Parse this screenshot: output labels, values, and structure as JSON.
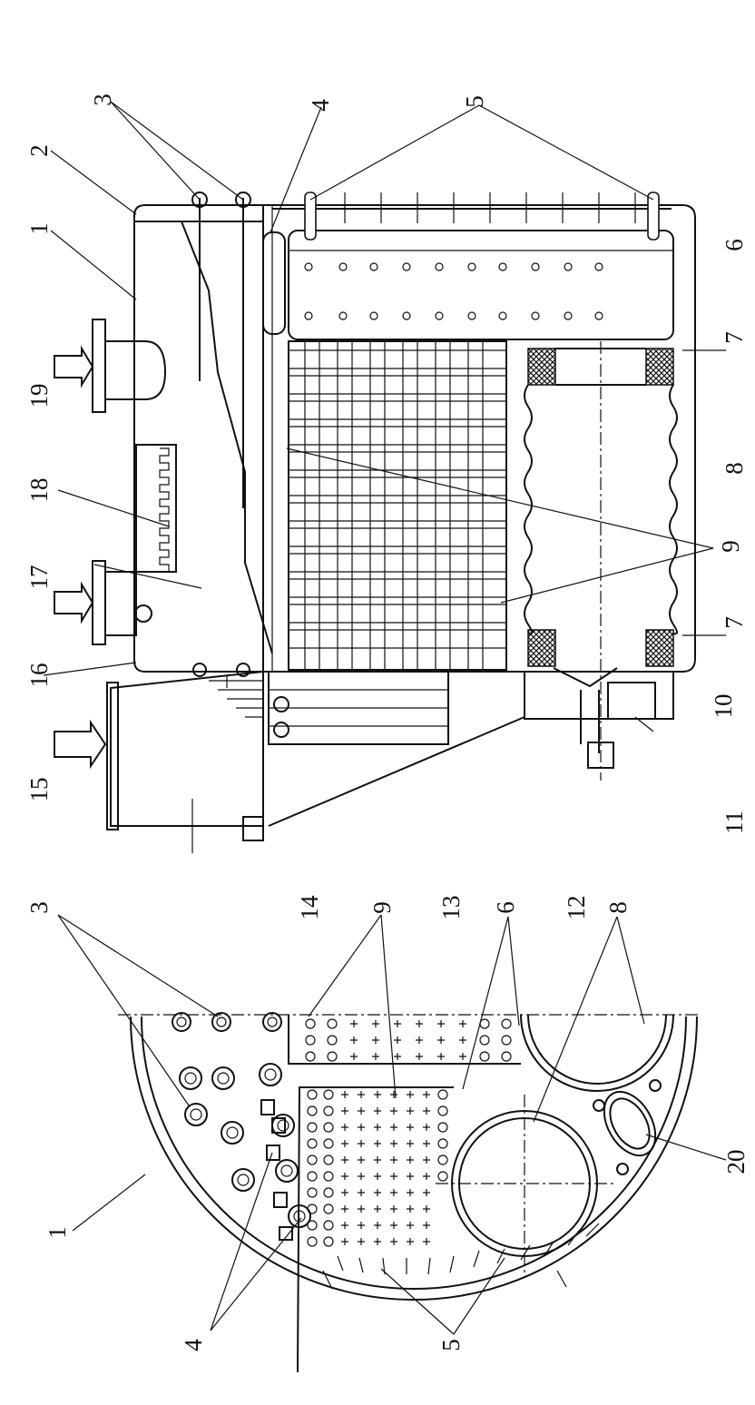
{
  "diagram": {
    "callouts": {
      "top_view": [
        {
          "id": "c1",
          "text": "1"
        },
        {
          "id": "c2",
          "text": "2"
        },
        {
          "id": "c3",
          "text": "3"
        },
        {
          "id": "c4",
          "text": "4"
        },
        {
          "id": "c5",
          "text": "5"
        },
        {
          "id": "c6",
          "text": "6"
        },
        {
          "id": "c7a",
          "text": "7"
        },
        {
          "id": "c7b",
          "text": "7"
        },
        {
          "id": "c8",
          "text": "8"
        },
        {
          "id": "c9",
          "text": "9"
        },
        {
          "id": "c10",
          "text": "10"
        },
        {
          "id": "c11",
          "text": "11"
        },
        {
          "id": "c12",
          "text": "12"
        },
        {
          "id": "c13",
          "text": "13"
        },
        {
          "id": "c14",
          "text": "14"
        },
        {
          "id": "c15",
          "text": "15"
        },
        {
          "id": "c16",
          "text": "16"
        },
        {
          "id": "c17",
          "text": "17"
        },
        {
          "id": "c18",
          "text": "18"
        },
        {
          "id": "c19",
          "text": "19"
        }
      ],
      "bottom_view": [
        {
          "id": "d3",
          "text": "3"
        },
        {
          "id": "d9",
          "text": "9"
        },
        {
          "id": "d6",
          "text": "6"
        },
        {
          "id": "d8",
          "text": "8"
        },
        {
          "id": "d1",
          "text": "1"
        },
        {
          "id": "d20",
          "text": "20"
        },
        {
          "id": "d4",
          "text": "4"
        },
        {
          "id": "d5",
          "text": "5"
        }
      ]
    }
  }
}
